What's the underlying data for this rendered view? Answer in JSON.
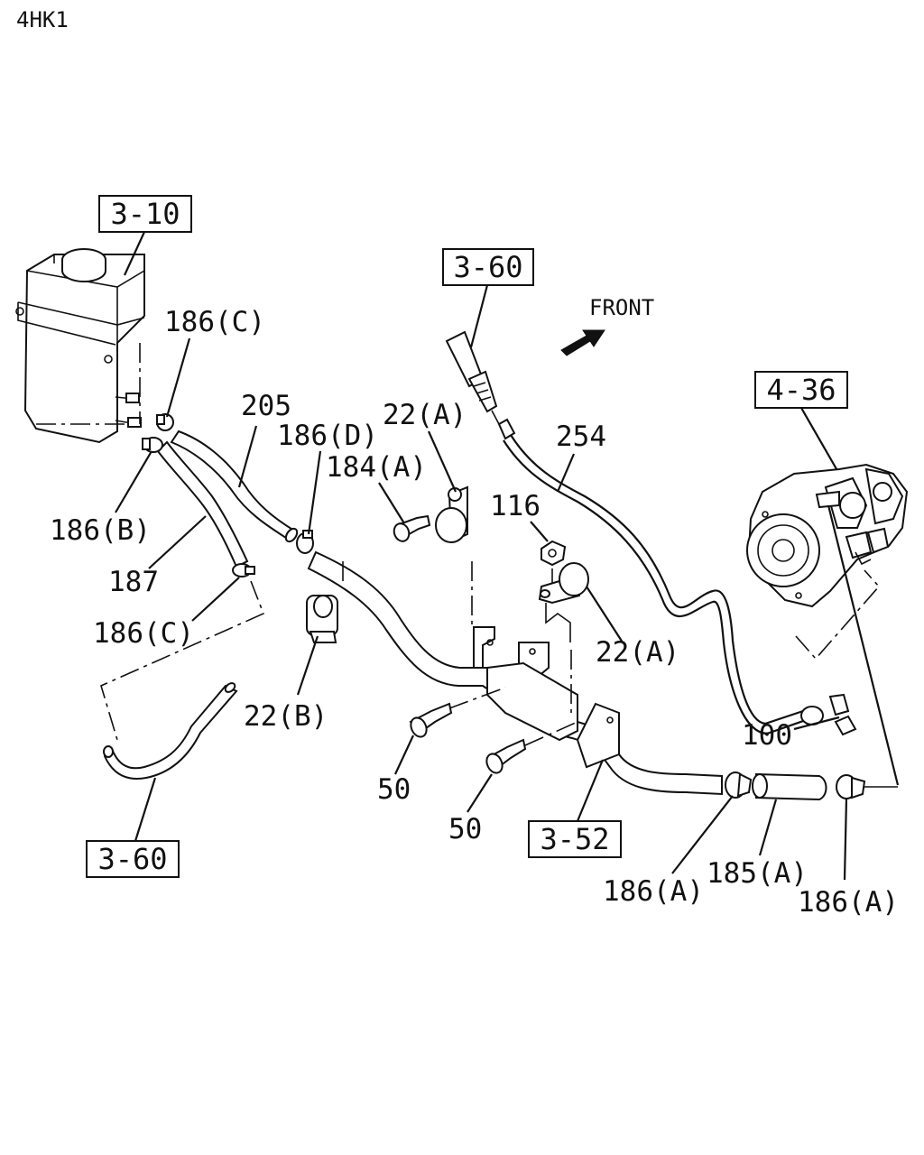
{
  "model": "4HK1",
  "direction": "FRONT",
  "references": {
    "tank": "3-10",
    "upper_pipe": "3-60",
    "lower_pipe": "3-60",
    "pump": "4-36",
    "bracket": "3-52"
  },
  "callouts": {
    "clamp_c_top": "186(C)",
    "hose_205": "205",
    "clamp_d": "186(D)",
    "bracket_22a_top": "22(A)",
    "bolt_184a": "184(A)",
    "nut_116": "116",
    "pipe_254": "254",
    "clamp_b": "186(B)",
    "hose_187": "187",
    "clamp_c_lower": "186(C)",
    "clip_22b": "22(B)",
    "clip_22a_mid": "22(A)",
    "bolt_50_a": "50",
    "bolt_50_b": "50",
    "fitting_100": "100",
    "clamp_a_left": "186(A)",
    "hose_185a": "185(A)",
    "clamp_a_right": "186(A)"
  }
}
